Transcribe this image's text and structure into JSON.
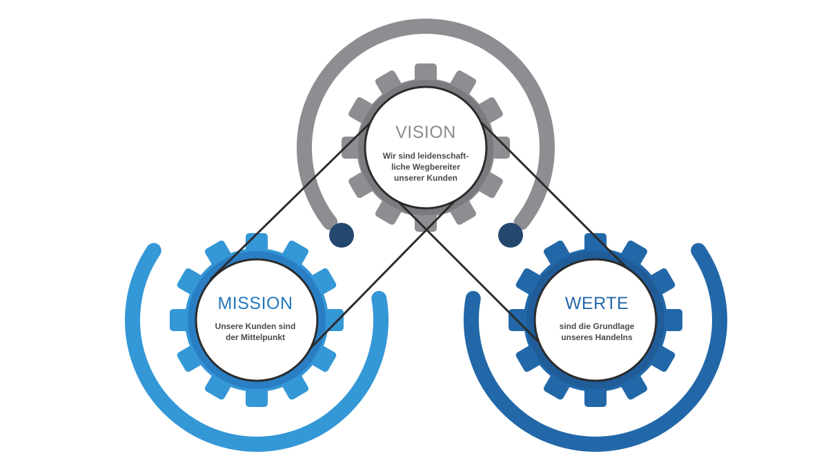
{
  "colors": {
    "vision": "#8d8e91",
    "vision_inner": "#7a7b7e",
    "mission": "#3497d6",
    "mission_inner": "#2a7fc4",
    "werte": "#2268a9",
    "werte_inner": "#1f5c98",
    "connector_dot": "#24476e",
    "belt": "#2b2b2b",
    "title_vision": "#8a8b8e",
    "title_mission": "#2278bd",
    "title_werte": "#2368a8"
  },
  "vision": {
    "title": "VISION",
    "lines": [
      "Wir sind leidenschaft-",
      "liche Wegbereiter",
      "unserer Kunden"
    ]
  },
  "mission": {
    "title": "MISSION",
    "lines": [
      "Unsere Kunden sind",
      "der Mittelpunkt"
    ]
  },
  "werte": {
    "title": "WERTE",
    "lines": [
      "sind die Grundlage",
      "unseres Handelns"
    ]
  }
}
